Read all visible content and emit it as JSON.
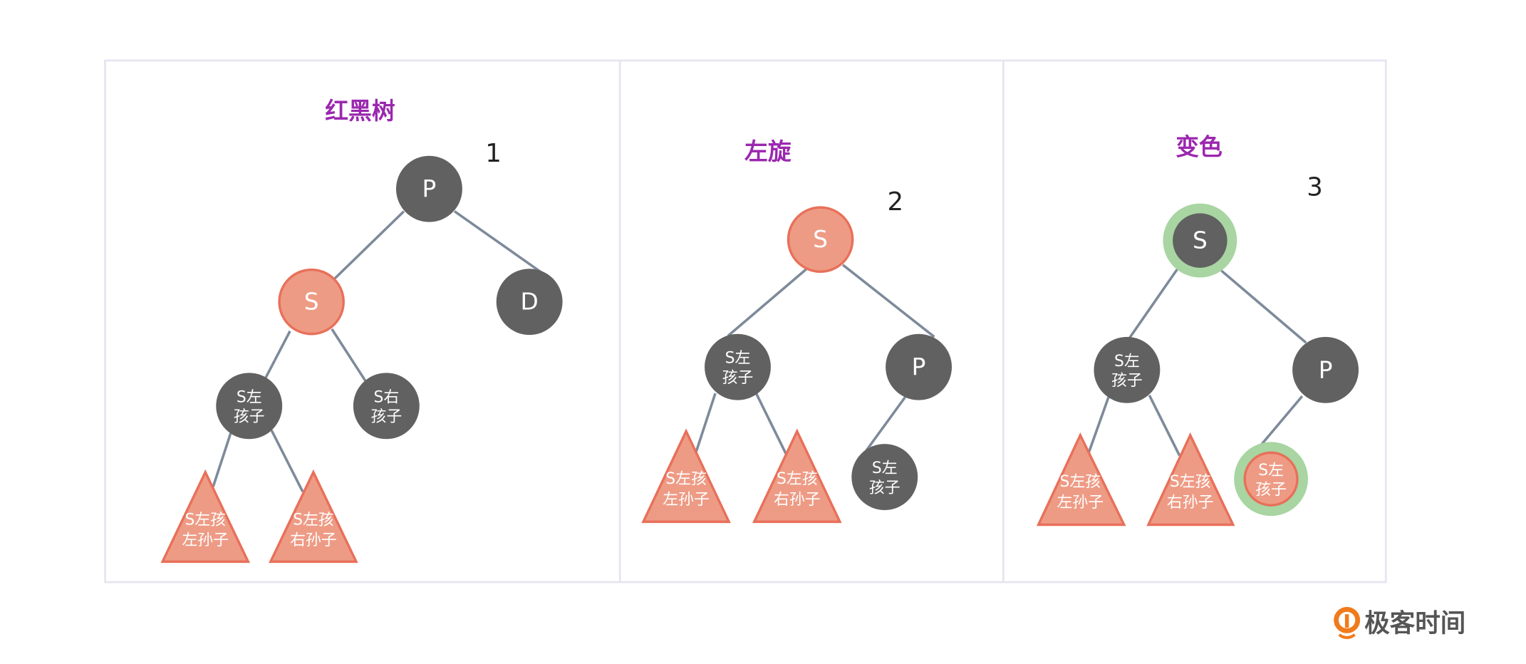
{
  "panels": [
    {
      "title": "红黑树",
      "step": "1",
      "nodes": {
        "p": "P",
        "s": "S",
        "d": "D",
        "sl": [
          "S左",
          "孩子"
        ],
        "sr": [
          "S右",
          "孩子"
        ],
        "t1": [
          "S左孩",
          "左孙子"
        ],
        "t2": [
          "S左孩",
          "右孙子"
        ]
      }
    },
    {
      "title": "左旋",
      "step": "2",
      "nodes": {
        "s": "S",
        "sl": [
          "S左",
          "孩子"
        ],
        "p": "P",
        "ps": [
          "S左",
          "孩子"
        ],
        "t1": [
          "S左孩",
          "左孙子"
        ],
        "t2": [
          "S左孩",
          "右孙子"
        ]
      }
    },
    {
      "title": "变色",
      "step": "3",
      "nodes": {
        "s": "S",
        "sl": [
          "S左",
          "孩子"
        ],
        "p": "P",
        "ps": [
          "S左",
          "孩子"
        ],
        "t1": [
          "S左孩",
          "左孙子"
        ],
        "t2": [
          "S左孩",
          "右孙子"
        ]
      }
    }
  ],
  "logo": {
    "text": "极客时间"
  },
  "colors": {
    "black_node": "#616161",
    "red_node": "#EE9B85",
    "red_stroke": "#E8705A",
    "edge": "#7D8A9A",
    "highlight": "#A8D5A2",
    "title": "#9B27AF"
  }
}
